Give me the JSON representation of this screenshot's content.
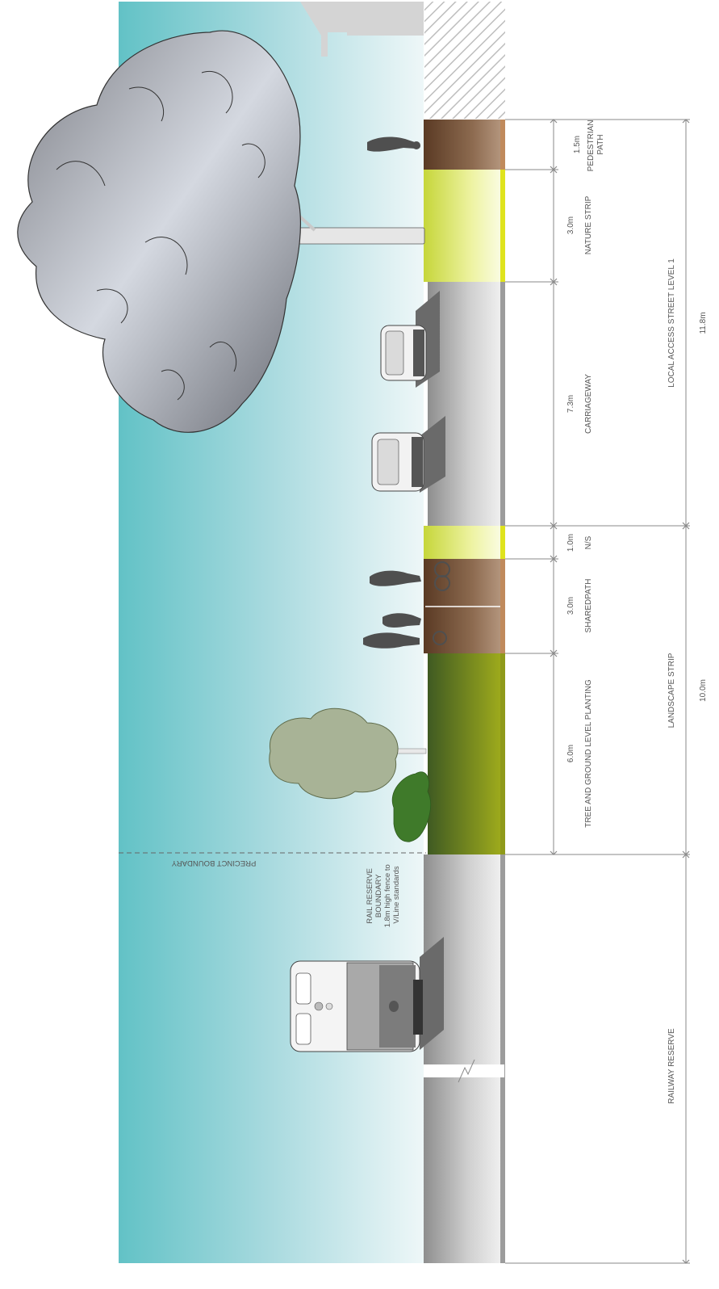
{
  "colors": {
    "sky": "#8fd0d6",
    "ground": "#b9b9b9",
    "path_brown": "#6b4a33",
    "nature_strip": "#dde63a",
    "planting": "#6e8a1e",
    "line": "#8a8a8a"
  },
  "segments": [
    {
      "id": "pedestrian_path",
      "width": "1.5m",
      "label": "PEDESTRIAN PATH",
      "label_lines": [
        "PEDESTRIAN",
        "PATH"
      ]
    },
    {
      "id": "nature_strip",
      "width": "3.0m",
      "label": "NATURE STRIP"
    },
    {
      "id": "carriageway",
      "width": "7.3m",
      "label": "CARRIAGEWAY"
    },
    {
      "id": "ns",
      "width": "1.0m",
      "label": "N/S"
    },
    {
      "id": "sharedpath",
      "width": "3.0m",
      "label": "SHAREDPATH"
    },
    {
      "id": "planting",
      "width": "6.0m",
      "label": "TREE AND GROUND LEVEL PLANTING"
    }
  ],
  "groups": [
    {
      "id": "local_access",
      "label": "LOCAL ACCESS STREET LEVEL 1",
      "width": "11.8m"
    },
    {
      "id": "landscape",
      "label": "LANDSCAPE STRIP",
      "width": "10.0m"
    },
    {
      "id": "railway",
      "label": "RAILWAY  RESERVE"
    }
  ],
  "annotations": {
    "precinct_boundary": "PRECINCT BOUNDARY",
    "rail_boundary_lines": [
      "RAIL RESERVE",
      "BOUNDARY",
      "1.8m high fence to",
      "V/Line standards"
    ]
  }
}
